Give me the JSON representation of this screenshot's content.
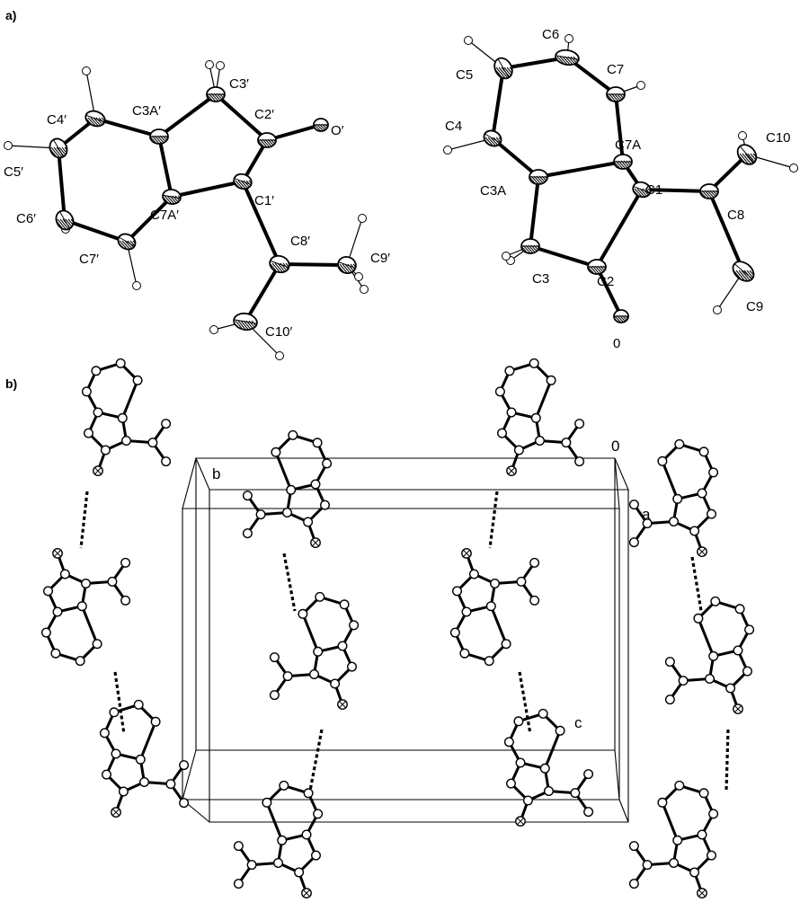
{
  "panel_a_label": "a)",
  "panel_b_label": "b)",
  "molecule_1_atoms": [
    "C1′",
    "C2′",
    "O′",
    "C3′",
    "C3A′",
    "C4′",
    "C5′",
    "C6′",
    "C7′",
    "C7A′",
    "C8′",
    "C9′",
    "C10′"
  ],
  "molecule_2_atoms": [
    "C1",
    "C2",
    "0",
    "C3",
    "C3A",
    "C4",
    "C5",
    "C6",
    "C7",
    "C7A",
    "C8",
    "C9",
    "C10"
  ],
  "unit_cell_axes": [
    "0",
    "a",
    "b",
    "c"
  ],
  "ink_color": "#000000",
  "background_color": "#ffffff"
}
